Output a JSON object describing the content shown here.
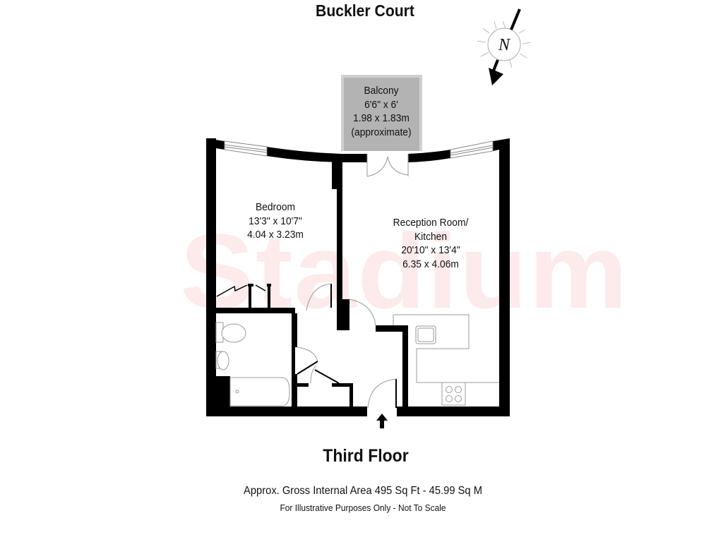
{
  "header": {
    "title": "Buckler Court"
  },
  "compass": {
    "label": "N",
    "icon": "north-arrow-compass-icon"
  },
  "watermark": {
    "text": "Stadium",
    "color": "#fde6e6"
  },
  "rooms": [
    {
      "id": "balcony",
      "name": "Balcony",
      "imperial": "6'6\" x 6'",
      "metric": "1.98 x 1.83m",
      "note": "(approximate)",
      "fill": "#b3b3b3"
    },
    {
      "id": "bedroom",
      "name": "Bedroom",
      "imperial": "13'3\" x 10'7\"",
      "metric": "4.04 x 3.23m"
    },
    {
      "id": "reception",
      "name": "Reception Room/",
      "name2": "Kitchen",
      "imperial": "20'10\" x 13'4\"",
      "metric": "6.35 x 4.06m"
    }
  ],
  "entrance": {
    "icon": "entrance-arrow-icon"
  },
  "footer": {
    "floor": "Third Floor",
    "area": "Approx. Gross Internal Area 495 Sq Ft - 45.99 Sq M",
    "disclaimer": "For Illustrative Purposes Only - Not To Scale"
  },
  "colors": {
    "wall": "#000000",
    "fixture_line": "#999999",
    "background": "#ffffff"
  }
}
